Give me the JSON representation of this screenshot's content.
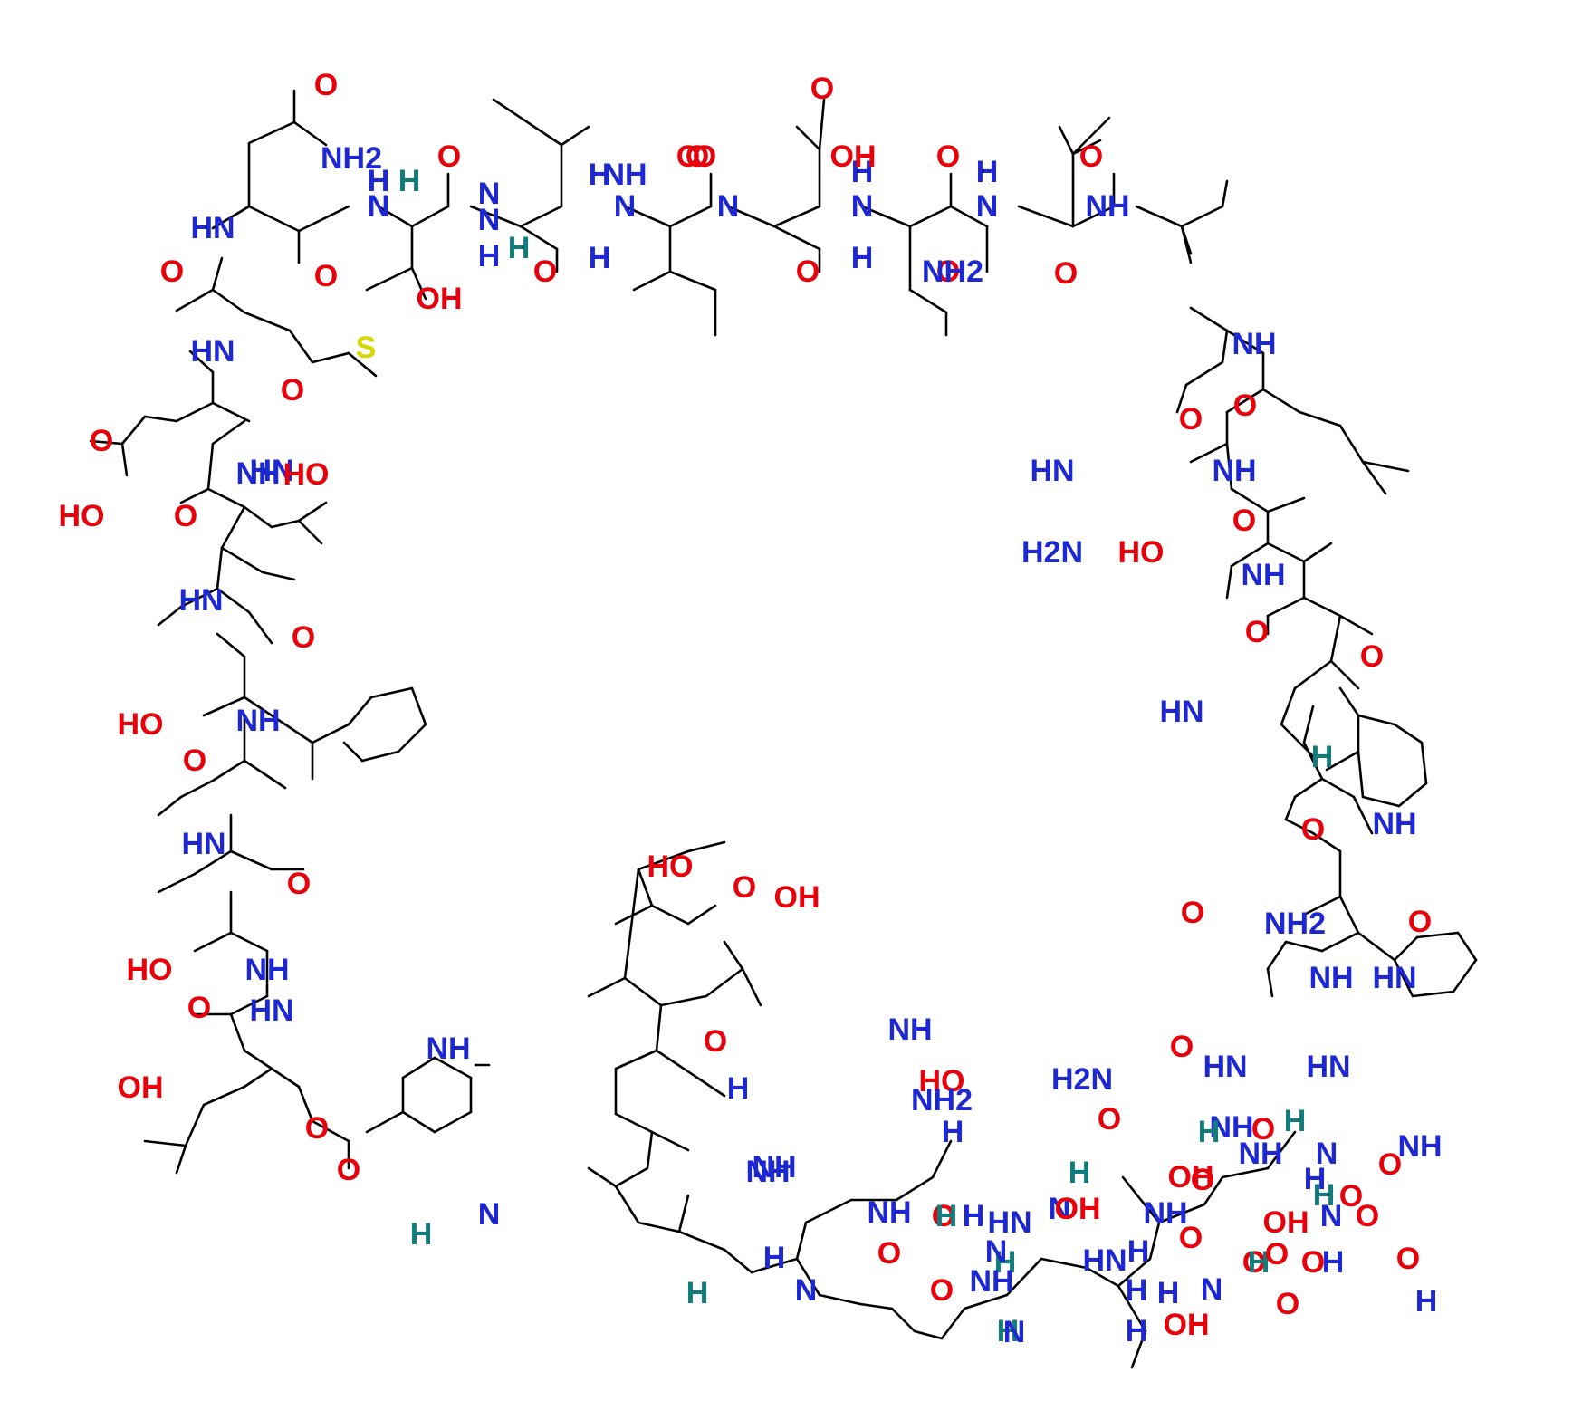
{
  "colors": {
    "bond": "#000000",
    "oxygen": "#e8000b",
    "nitrogen": "#1e28d2",
    "sulfur": "#d6d600",
    "hydrogen": "#107c7c"
  },
  "labels": [
    {
      "text": "O",
      "el": "O"
    },
    {
      "text": "NH2",
      "el": "N"
    },
    {
      "text": "H",
      "el": "H"
    },
    {
      "text": "O",
      "el": "O"
    },
    {
      "text": "O",
      "el": "O"
    },
    {
      "text": "OH",
      "el": "O"
    },
    {
      "text": "O",
      "el": "O"
    },
    {
      "text": "O",
      "el": "O"
    },
    {
      "text": "H",
      "el": "N"
    },
    {
      "text": "H",
      "el": "N"
    },
    {
      "text": "O",
      "el": "O"
    },
    {
      "text": "HN",
      "el": "N"
    },
    {
      "text": "N",
      "el": "N"
    },
    {
      "text": "H",
      "el": "N"
    },
    {
      "text": "N",
      "el": "N"
    },
    {
      "text": "H",
      "el": "N"
    },
    {
      "text": "N",
      "el": "N"
    },
    {
      "text": "NH",
      "el": "N"
    },
    {
      "text": "N",
      "el": "N"
    },
    {
      "text": "N",
      "el": "N"
    },
    {
      "text": "N",
      "el": "N"
    },
    {
      "text": "H",
      "el": "N"
    },
    {
      "text": "H",
      "el": "N"
    },
    {
      "text": "N",
      "el": "N"
    },
    {
      "text": "H",
      "el": "N"
    },
    {
      "text": "NH",
      "el": "N"
    },
    {
      "text": "H",
      "el": "H"
    },
    {
      "text": "O",
      "el": "O"
    },
    {
      "text": "O",
      "el": "O"
    },
    {
      "text": "O",
      "el": "O"
    },
    {
      "text": "O",
      "el": "O"
    },
    {
      "text": "O",
      "el": "O"
    },
    {
      "text": "O",
      "el": "O"
    },
    {
      "text": "NH2",
      "el": "N"
    },
    {
      "text": "O",
      "el": "O"
    },
    {
      "text": "OH",
      "el": "O"
    },
    {
      "text": "S",
      "el": "S"
    },
    {
      "text": "HN",
      "el": "N"
    },
    {
      "text": "O",
      "el": "O"
    },
    {
      "text": "O",
      "el": "O"
    },
    {
      "text": "NH",
      "el": "N"
    },
    {
      "text": "HN",
      "el": "N"
    },
    {
      "text": "NH",
      "el": "N"
    },
    {
      "text": "O",
      "el": "O"
    },
    {
      "text": "O",
      "el": "O"
    },
    {
      "text": "HO",
      "el": "O"
    },
    {
      "text": "NH",
      "el": "N"
    },
    {
      "text": "HO",
      "el": "O"
    },
    {
      "text": "O",
      "el": "O"
    },
    {
      "text": "O",
      "el": "O"
    },
    {
      "text": "HN",
      "el": "N"
    },
    {
      "text": "H2N",
      "el": "N"
    },
    {
      "text": "HN",
      "el": "N"
    },
    {
      "text": "O",
      "el": "O"
    },
    {
      "text": "O",
      "el": "O"
    },
    {
      "text": "HO",
      "el": "O"
    },
    {
      "text": "NH",
      "el": "N"
    },
    {
      "text": "O",
      "el": "O"
    },
    {
      "text": "HO",
      "el": "O"
    },
    {
      "text": "NH",
      "el": "N"
    },
    {
      "text": "O",
      "el": "O"
    },
    {
      "text": "HN",
      "el": "N"
    },
    {
      "text": "H",
      "el": "H"
    },
    {
      "text": "HN",
      "el": "N"
    },
    {
      "text": "O",
      "el": "O"
    },
    {
      "text": "HO",
      "el": "O"
    },
    {
      "text": "O",
      "el": "O"
    },
    {
      "text": "O",
      "el": "O"
    },
    {
      "text": "NH",
      "el": "N"
    },
    {
      "text": "O",
      "el": "O"
    },
    {
      "text": "OH",
      "el": "O"
    },
    {
      "text": "HO",
      "el": "O"
    },
    {
      "text": "NH",
      "el": "N"
    },
    {
      "text": "O",
      "el": "O"
    },
    {
      "text": "NH2",
      "el": "N"
    },
    {
      "text": "O",
      "el": "O"
    },
    {
      "text": "O",
      "el": "O"
    },
    {
      "text": "HN",
      "el": "N"
    },
    {
      "text": "O",
      "el": "O"
    },
    {
      "text": "NH",
      "el": "N"
    },
    {
      "text": "HN",
      "el": "N"
    },
    {
      "text": "HN",
      "el": "N"
    },
    {
      "text": "HN",
      "el": "N"
    },
    {
      "text": "NH",
      "el": "N"
    },
    {
      "text": "NH",
      "el": "N"
    },
    {
      "text": "H",
      "el": "N"
    },
    {
      "text": "OH",
      "el": "O"
    },
    {
      "text": "O",
      "el": "O"
    },
    {
      "text": "HO",
      "el": "O"
    },
    {
      "text": "O",
      "el": "O"
    },
    {
      "text": "H2N",
      "el": "N"
    },
    {
      "text": "O",
      "el": "O"
    },
    {
      "text": "NH",
      "el": "N"
    },
    {
      "text": "O",
      "el": "O"
    },
    {
      "text": "NH",
      "el": "N"
    },
    {
      "text": "NH",
      "el": "N"
    },
    {
      "text": "H",
      "el": "H"
    },
    {
      "text": "NH2",
      "el": "N"
    },
    {
      "text": "O",
      "el": "O"
    },
    {
      "text": "H",
      "el": "H"
    },
    {
      "text": "H",
      "el": "N"
    },
    {
      "text": "H",
      "el": "H"
    },
    {
      "text": "N",
      "el": "N"
    },
    {
      "text": "N",
      "el": "N"
    },
    {
      "text": "NH",
      "el": "N"
    },
    {
      "text": "NH",
      "el": "N"
    },
    {
      "text": "H",
      "el": "N"
    },
    {
      "text": "O",
      "el": "O"
    },
    {
      "text": "O",
      "el": "O"
    },
    {
      "text": "H",
      "el": "H"
    },
    {
      "text": "O",
      "el": "O"
    },
    {
      "text": "N",
      "el": "N"
    },
    {
      "text": "N",
      "el": "N"
    },
    {
      "text": "OH",
      "el": "O"
    },
    {
      "text": "O",
      "el": "O"
    },
    {
      "text": "H",
      "el": "H"
    },
    {
      "text": "H",
      "el": "N"
    },
    {
      "text": "H",
      "el": "N"
    },
    {
      "text": "H",
      "el": "H"
    },
    {
      "text": "OH",
      "el": "O"
    },
    {
      "text": "O",
      "el": "O"
    },
    {
      "text": "OH",
      "el": "O"
    },
    {
      "text": "O",
      "el": "O"
    },
    {
      "text": "H",
      "el": "H"
    },
    {
      "text": "O",
      "el": "O"
    },
    {
      "text": "NH",
      "el": "N"
    },
    {
      "text": "NH",
      "el": "N"
    },
    {
      "text": "HN",
      "el": "N"
    },
    {
      "text": "H",
      "el": "H"
    },
    {
      "text": "O",
      "el": "O"
    },
    {
      "text": "O",
      "el": "O"
    },
    {
      "text": "N",
      "el": "N"
    },
    {
      "text": "H",
      "el": "N"
    },
    {
      "text": "O",
      "el": "O"
    },
    {
      "text": "NH",
      "el": "N"
    },
    {
      "text": "O",
      "el": "O"
    },
    {
      "text": "H",
      "el": "N"
    },
    {
      "text": "O",
      "el": "O"
    },
    {
      "text": "H",
      "el": "H"
    },
    {
      "text": "N",
      "el": "N"
    },
    {
      "text": "H",
      "el": "N"
    },
    {
      "text": "OH",
      "el": "O"
    },
    {
      "text": "HN",
      "el": "N"
    },
    {
      "text": "H",
      "el": "N"
    },
    {
      "text": "O",
      "el": "O"
    },
    {
      "text": "H",
      "el": "N"
    },
    {
      "text": "N",
      "el": "N"
    },
    {
      "text": "H",
      "el": "N"
    },
    {
      "text": "H",
      "el": "H"
    },
    {
      "text": "N",
      "el": "N"
    },
    {
      "text": "O",
      "el": "O"
    },
    {
      "text": "O",
      "el": "O"
    },
    {
      "text": "OH",
      "el": "O"
    },
    {
      "text": "H",
      "el": "H"
    },
    {
      "text": "HN",
      "el": "N"
    }
  ]
}
